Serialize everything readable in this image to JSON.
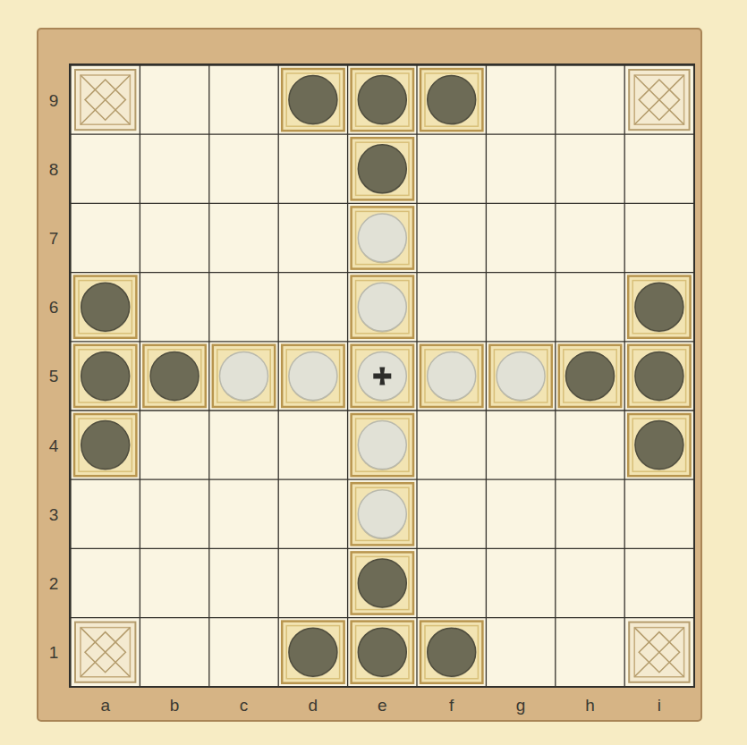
{
  "diagram": {
    "labels": [
      "9",
      "8",
      "7",
      "6",
      "5",
      "4",
      "3",
      "2",
      "1",
      "a",
      "b",
      "c",
      "d",
      "e",
      "f",
      "g",
      "h",
      "i"
    ]
  }
}
